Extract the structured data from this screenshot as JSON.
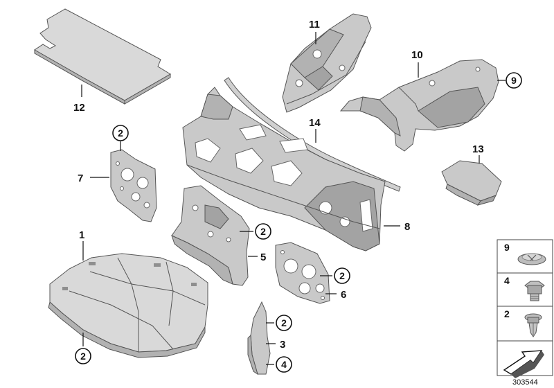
{
  "diagram": {
    "callouts": [
      {
        "id": "c12",
        "text": "12"
      },
      {
        "id": "c11",
        "text": "11"
      },
      {
        "id": "c10",
        "text": "10"
      },
      {
        "id": "c9",
        "text": "9"
      },
      {
        "id": "c14",
        "text": "14"
      },
      {
        "id": "c13",
        "text": "13"
      },
      {
        "id": "c7",
        "text": "7"
      },
      {
        "id": "c2a",
        "text": "2"
      },
      {
        "id": "c8",
        "text": "8"
      },
      {
        "id": "c2b",
        "text": "2"
      },
      {
        "id": "c5",
        "text": "5"
      },
      {
        "id": "c1",
        "text": "1"
      },
      {
        "id": "c2c",
        "text": "2"
      },
      {
        "id": "c6",
        "text": "6"
      },
      {
        "id": "c2d",
        "text": "2"
      },
      {
        "id": "c3",
        "text": "3"
      },
      {
        "id": "c4",
        "text": "4"
      },
      {
        "id": "c2e",
        "text": "2"
      }
    ],
    "legend": [
      {
        "text": "9",
        "icon": "plastic-nut-icon"
      },
      {
        "text": "4",
        "icon": "hex-nut-icon"
      },
      {
        "text": "2",
        "icon": "expanding-rivet-icon"
      }
    ],
    "legend_arrow_icon": "direction-arrow-icon",
    "document_number": "303544"
  }
}
